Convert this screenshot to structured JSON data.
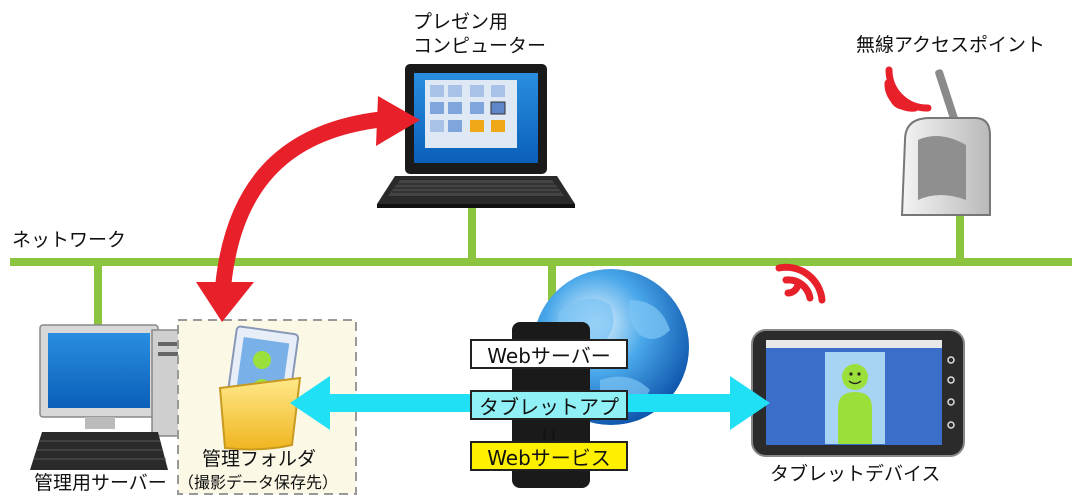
{
  "labels": {
    "presentation_pc": [
      "プレゼン用",
      "コンピューター"
    ],
    "access_point": "無線アクセスポイント",
    "network": "ネットワーク",
    "management_server": "管理用サーバー",
    "management_folder": "管理フォルダ",
    "folder_note": "（撮影データ保存先）",
    "tablet_device": "タブレットデバイス"
  },
  "service_stack": {
    "web_server": "Webサーバー",
    "tablet_app": "タブレットアプリ",
    "web_service": "Webサービス"
  },
  "colors": {
    "network_line": "#8bc53f",
    "red_arrow": "#e8202a",
    "cyan_arrow": "#1fe0f5",
    "web_server_box": "#ffffff",
    "tablet_app_box": "#8ff0f5",
    "web_service_box": "#fff000",
    "folder_area": "#fcf8e6",
    "wifi_signal": "#e8202a"
  },
  "icons": [
    "laptop-icon",
    "access-point-icon",
    "wifi-signal-icon",
    "server-pc-icon",
    "folder-icon",
    "globe-icon",
    "tablet-icon"
  ]
}
